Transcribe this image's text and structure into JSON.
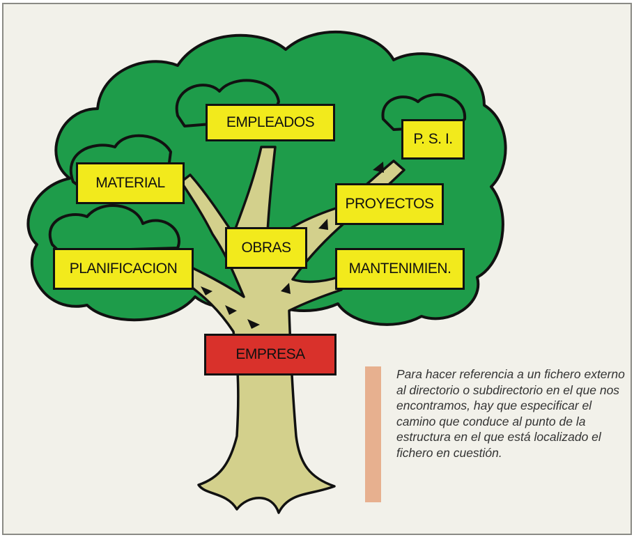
{
  "diagram": {
    "root": {
      "label": "EMPRESA",
      "color": "#d9312b"
    },
    "nodes": [
      {
        "id": "empleados",
        "label": "EMPLEADOS"
      },
      {
        "id": "psi",
        "label": "P. S. I."
      },
      {
        "id": "material",
        "label": "MATERIAL"
      },
      {
        "id": "proyectos",
        "label": "PROYECTOS"
      },
      {
        "id": "obras",
        "label": "OBRAS"
      },
      {
        "id": "planificacion",
        "label": "PLANIFICACION"
      },
      {
        "id": "mantenimiento",
        "label": "MANTENIMIEN."
      }
    ],
    "colors": {
      "foliage": "#1e9c4a",
      "trunk": "#d3d08c",
      "node": "#f2ea1c",
      "background": "#f2f1ea"
    }
  },
  "caption": "Para hacer referencia a un fichero externo al directorio o subdirectorio en el que nos encontramos, hay que especificar el camino que conduce al punto de la estructura en el que está localizado el fichero en cuestión."
}
